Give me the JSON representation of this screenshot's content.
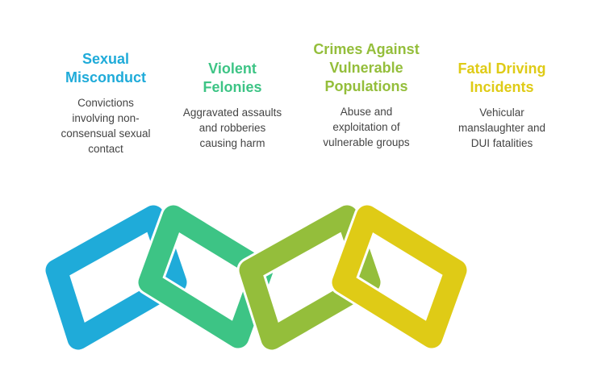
{
  "items": [
    {
      "title_lines": [
        "Sexual",
        "Misconduct"
      ],
      "desc_lines": [
        "Convictions",
        "involving non-",
        "consensual sexual",
        "contact"
      ],
      "color": "#1fabd9"
    },
    {
      "title_lines": [
        "Violent",
        "Felonies"
      ],
      "desc_lines": [
        "Aggravated assaults",
        "and robberies",
        "causing harm"
      ],
      "color": "#3dc485"
    },
    {
      "title_lines": [
        "Crimes Against",
        "Vulnerable",
        "Populations"
      ],
      "desc_lines": [
        "Abuse and",
        "exploitation of",
        "vulnerable groups"
      ],
      "color": "#94be3b"
    },
    {
      "title_lines": [
        "Fatal Driving",
        "Incidents"
      ],
      "desc_lines": [
        "Vehicular",
        "manslaughter and",
        "DUI fatalities"
      ],
      "color": "#dfcb16"
    }
  ]
}
